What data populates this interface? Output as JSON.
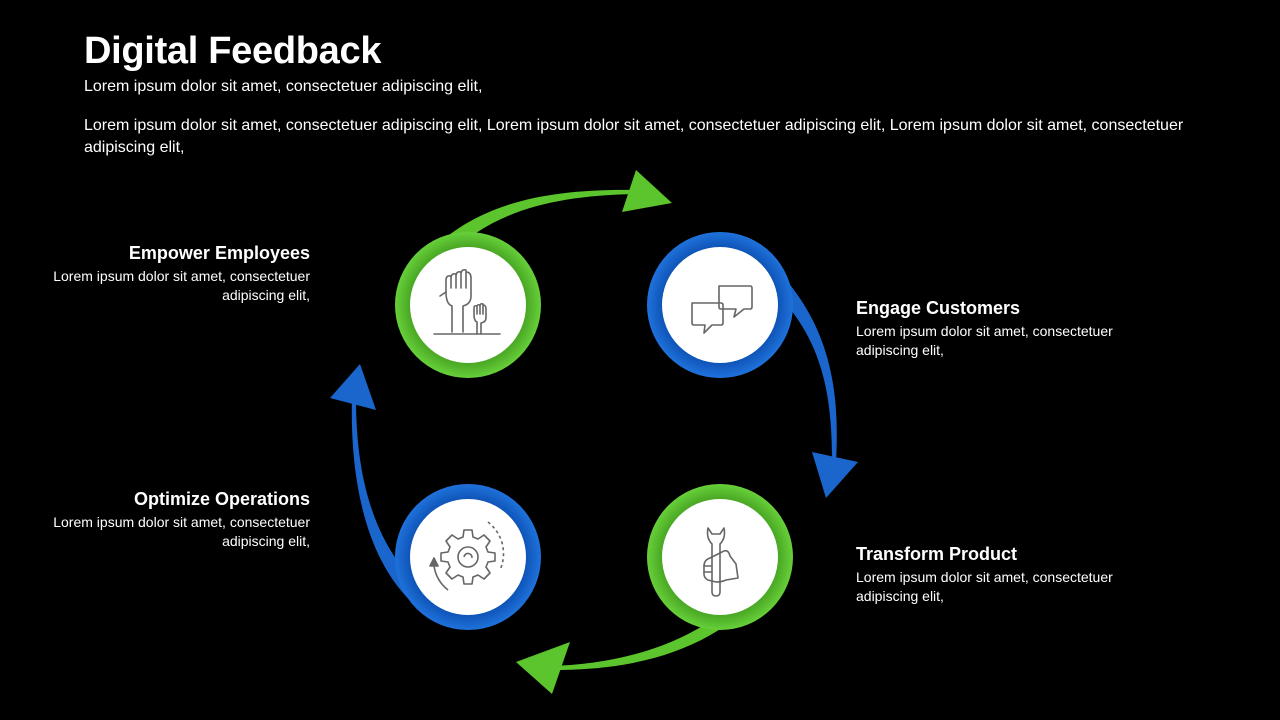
{
  "header": {
    "title": "Digital Feedback",
    "subtitle": "Lorem ipsum dolor sit amet, consectetuer adipiscing elit,",
    "description": "Lorem ipsum dolor sit amet, consectetuer adipiscing elit, Lorem ipsum dolor sit amet, consectetuer adipiscing elit,  Lorem ipsum dolor sit amet, consectetuer adipiscing elit,"
  },
  "steps": [
    {
      "title": "Empower Employees",
      "text": "Lorem ipsum dolor sit amet, consectetuer adipiscing elit,",
      "icon": "raised-fists-icon",
      "color": "#5cc42c"
    },
    {
      "title": "Engage Customers",
      "text": "Lorem ipsum dolor sit amet, consectetuer adipiscing elit,",
      "icon": "chat-bubbles-icon",
      "color": "#1a66cc"
    },
    {
      "title": "Transform Product",
      "text": "Lorem ipsum dolor sit amet, consectetuer adipiscing elit,",
      "icon": "wrench-hand-icon",
      "color": "#5cc42c"
    },
    {
      "title": "Optimize Operations",
      "text": "Lorem ipsum dolor sit amet, consectetuer adipiscing elit,",
      "icon": "gear-cycle-icon",
      "color": "#1a66cc"
    }
  ],
  "colors": {
    "background": "#000000",
    "green": "#5cc42c",
    "blue": "#1a66cc",
    "text": "#ffffff",
    "icon_stroke": "#666666"
  }
}
